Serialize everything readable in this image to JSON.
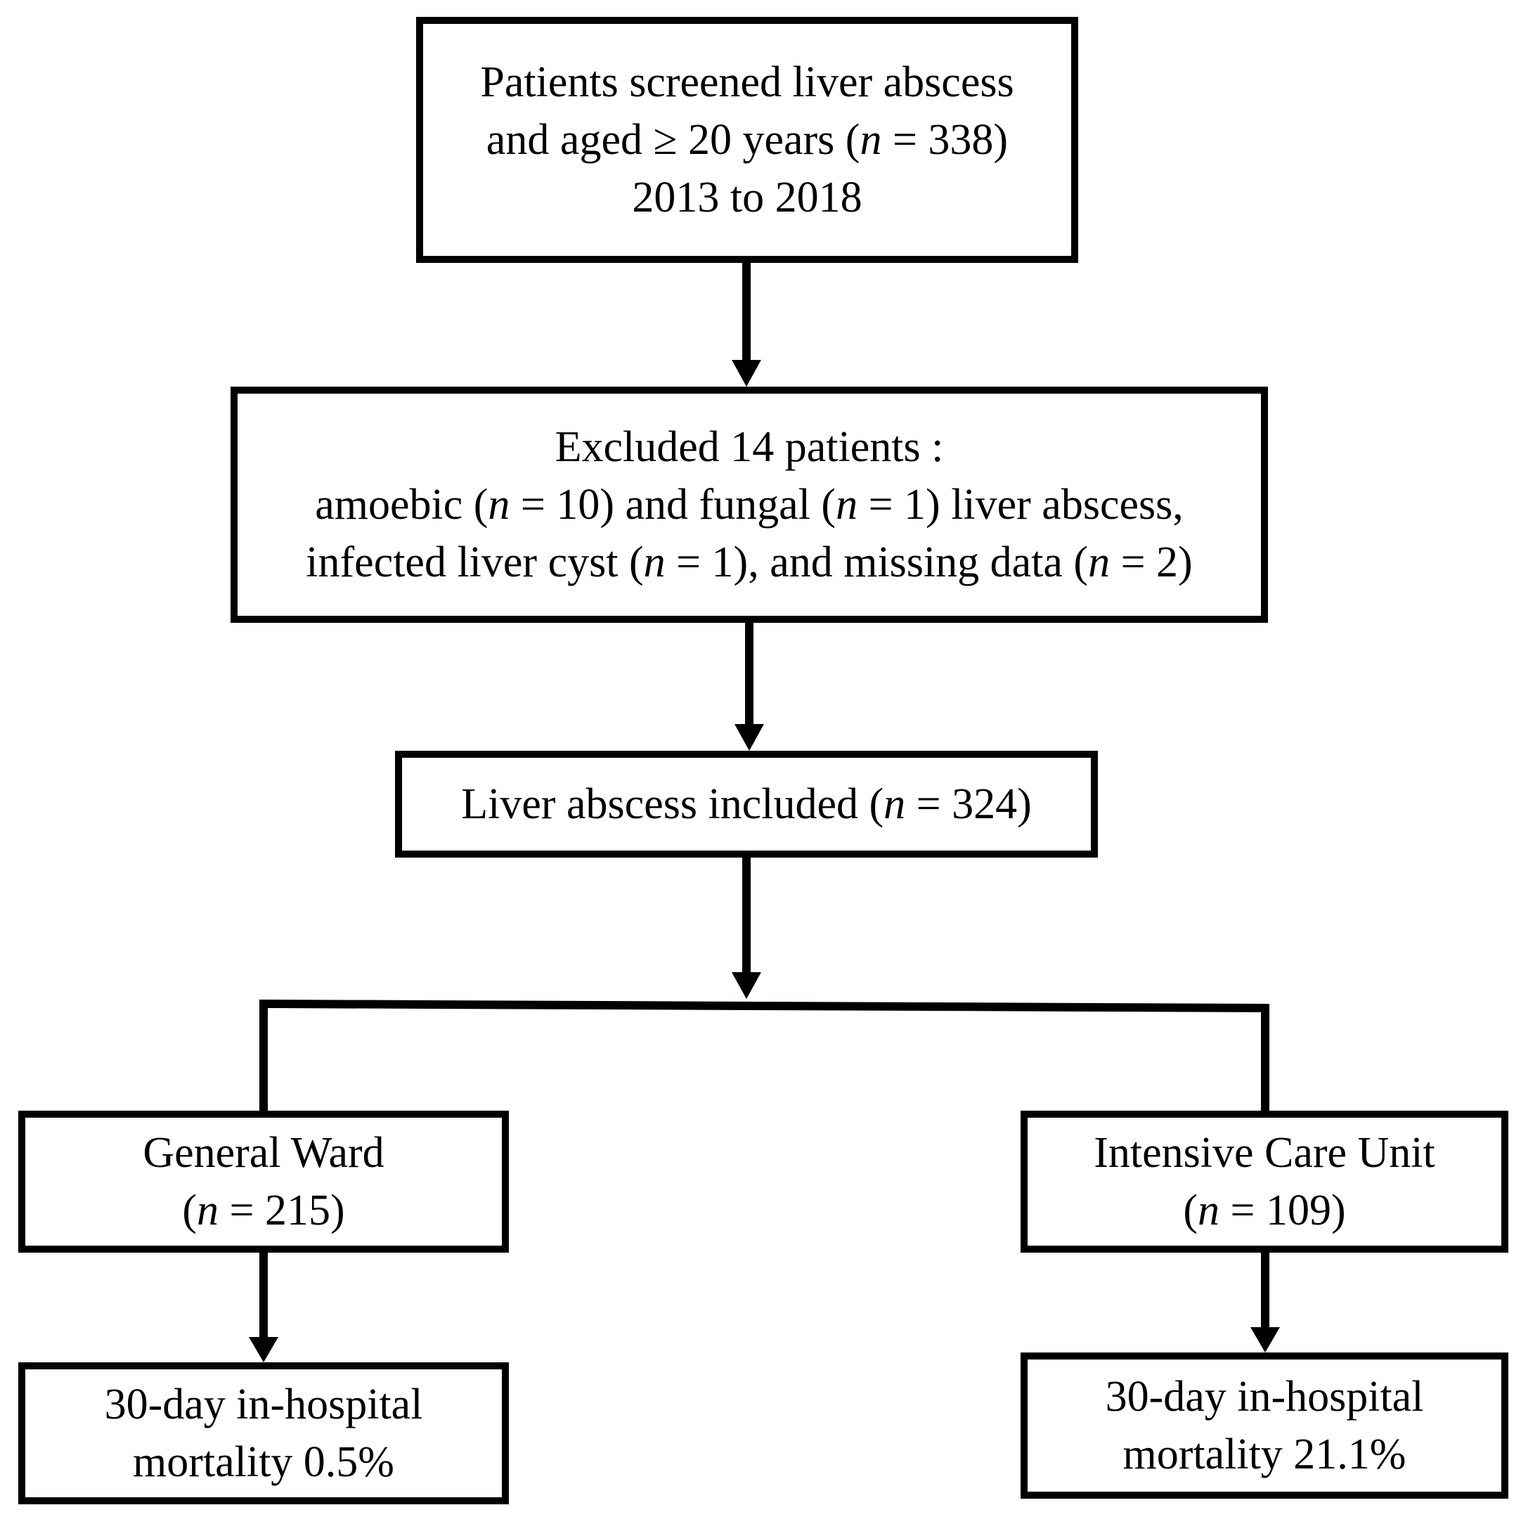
{
  "boxes": {
    "screened": {
      "line1": "Patients screened liver abscess",
      "line2_pre": "and aged ≥ 20 years (",
      "line2_n": "n",
      "line2_post": " = 338)",
      "line3": "2013 to 2018"
    },
    "excluded": {
      "line1": "Excluded 14 patients :",
      "line2_a": "amoebic (",
      "line2_n1": "n",
      "line2_b": " = 10) and fungal (",
      "line2_n2": "n",
      "line2_c": " = 1) liver abscess,",
      "line3_a": "infected liver cyst (",
      "line3_n1": "n",
      "line3_b": " = 1), and missing data (",
      "line3_n2": "n",
      "line3_c": " = 2)"
    },
    "included": {
      "pre": "Liver abscess included (",
      "n": "n",
      "post": " = 324)"
    },
    "general_ward": {
      "line1": "General Ward",
      "line2_pre": "(",
      "line2_n": "n",
      "line2_post": " = 215)"
    },
    "icu": {
      "line1": "Intensive Care Unit",
      "line2_pre": "(",
      "line2_n": "n",
      "line2_post": " = 109)"
    },
    "gw_mortality": {
      "line1": "30-day in-hospital",
      "line2": "mortality 0.5%"
    },
    "icu_mortality": {
      "line1": "30-day in-hospital",
      "line2": "mortality 21.1%"
    }
  }
}
